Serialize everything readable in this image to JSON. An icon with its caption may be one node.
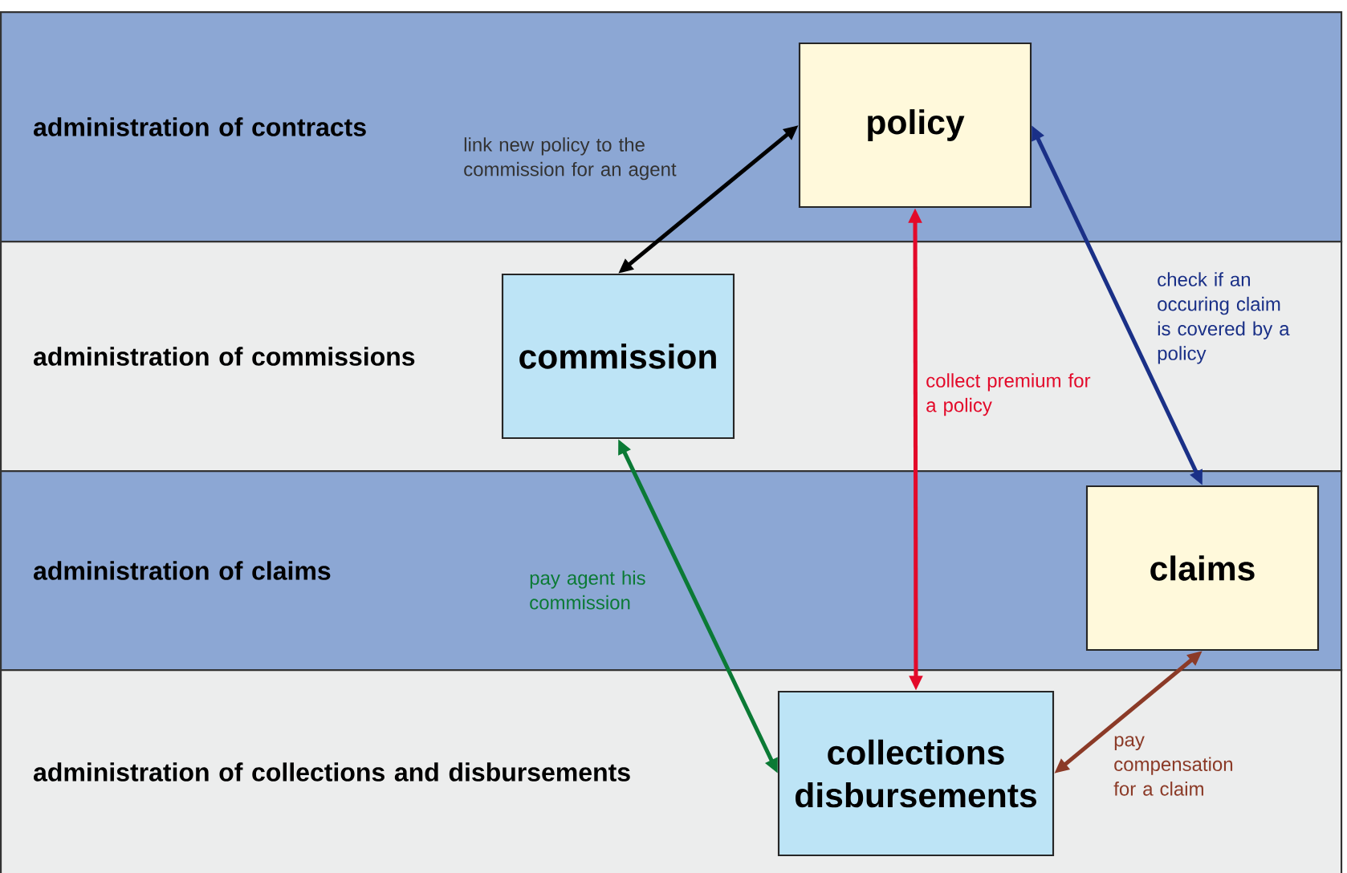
{
  "diagram": {
    "nodes": [
      {
        "text": [
          "administration of contracts"
        ]
      },
      {
        "text": [
          "policy"
        ],
        "in": 0
      },
      {
        "text": [
          "administration of commissions"
        ]
      },
      {
        "text": [
          "commission"
        ],
        "in": 2
      },
      {
        "text": [
          "administration of claims"
        ]
      },
      {
        "text": [
          "claims"
        ],
        "in": 4
      },
      {
        "text": [
          "administration of collections and disbursements"
        ]
      },
      {
        "text": [
          "collections disbursements"
        ],
        "in": 6
      }
    ],
    "edges": [
      {
        "from": 1,
        "to": 3,
        "arrow": "both",
        "label": "link new policy to the commission for an agent"
      },
      {
        "from": 1,
        "to": 7,
        "arrow": "both",
        "label": "collect premium for a policy",
        "color": "#e30a2a"
      },
      {
        "from": 1,
        "to": 5,
        "arrow": "both",
        "label": "check if an occuring claim is covered by a policy",
        "color": "#1a3087"
      },
      {
        "from": 3,
        "to": 7,
        "arrow": "both",
        "label": "pay agent his commission",
        "color": "#0b7a35"
      },
      {
        "from": 5,
        "to": 7,
        "arrow": "both",
        "label": "pay compensation for a claim",
        "color": "#8b3a27"
      }
    ]
  }
}
